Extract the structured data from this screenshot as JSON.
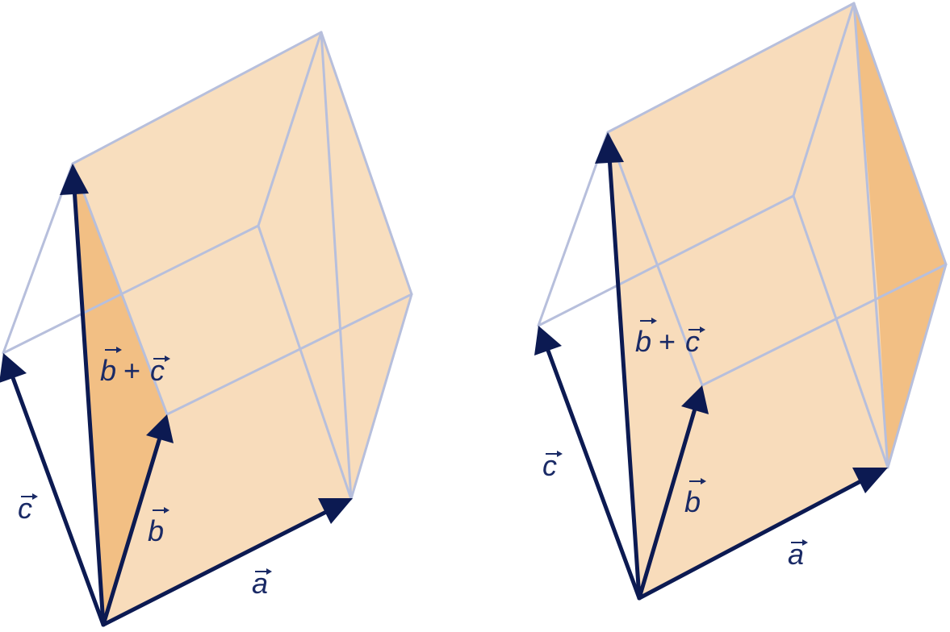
{
  "diagrams": [
    {
      "id": "left",
      "labels": {
        "a": "a",
        "b": "b",
        "c": "c",
        "bc_b": "b",
        "bc_plus": "+",
        "bc_c": "c"
      }
    },
    {
      "id": "right",
      "labels": {
        "a": "a",
        "b": "b",
        "c": "c",
        "bc_b": "b",
        "bc_plus": "+",
        "bc_c": "c"
      }
    }
  ],
  "colors": {
    "face_light": "#f8dcbb",
    "face_dark": "#f2bf84",
    "edge": "#b7bfdc",
    "vector": "#0c1a52",
    "label": "#1a2a66"
  }
}
